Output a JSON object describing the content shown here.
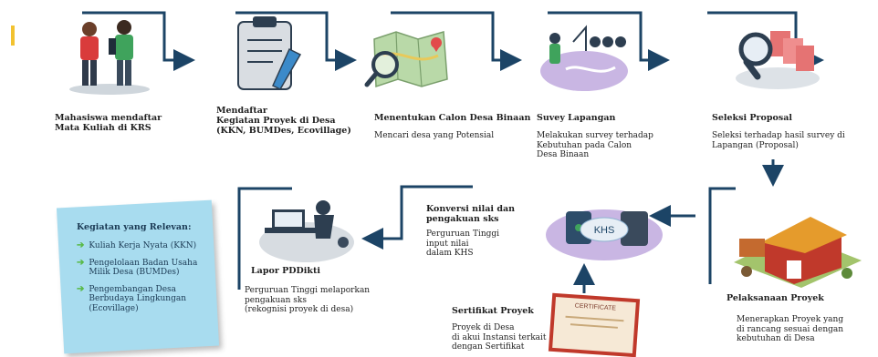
{
  "steps": [
    {
      "title": "Mahasiswa mendaftar\nMata Kuliah di KRS",
      "desc": ""
    },
    {
      "title": "Mendaftar\nKegiatan Proyek di Desa\n(KKN, BUMDes, Ecovillage)",
      "desc": ""
    },
    {
      "title": "Menentukan Calon Desa Binaan",
      "desc": "Mencari desa yang Potensial"
    },
    {
      "title": "Suvey Lapangan",
      "desc": "Melakukan survey terhadap\nKebutuhan pada Calon\nDesa Binaan"
    },
    {
      "title": "Seleksi Proposal",
      "desc": "Seleksi terhadap hasil survey di\nLapangan (Proposal)"
    },
    {
      "title": "Pelaksanaan Proyek",
      "desc": "Menerapkan Proyek yang\ndi rancang sesuai dengan\nkebutuhan di Desa"
    },
    {
      "title": "Sertifikat Proyek",
      "desc": "Proyek di Desa\ndi akui Instansi terkait\ndengan Sertifikat"
    },
    {
      "title": "Konversi nilai dan\npengakuan sks",
      "desc": "Perguruan Tinggi\ninput nilai\ndalam KHS"
    },
    {
      "title": "Lapor PDDikti",
      "desc": "Perguruan Tinggi melaporkan\npengakuan sks\n(rekognisi proyek di desa)"
    }
  ],
  "khs_label": "KHS",
  "certificate_label": "CERTIFICATE",
  "note": {
    "title": "Kegiatan yang Relevan:",
    "items": [
      "Kuliah Kerja Nyata (KKN)",
      "Pengelolaan Badan Usaha\nMilik Desa (BUMDes)",
      "Pengembangan Desa\nBerbudaya Lingkungan\n(Ecovillage)"
    ]
  },
  "colors": {
    "connector": "#1c4466",
    "accent": "#f2c230",
    "note": "#a8dcef",
    "note_arrow": "#58b947"
  }
}
